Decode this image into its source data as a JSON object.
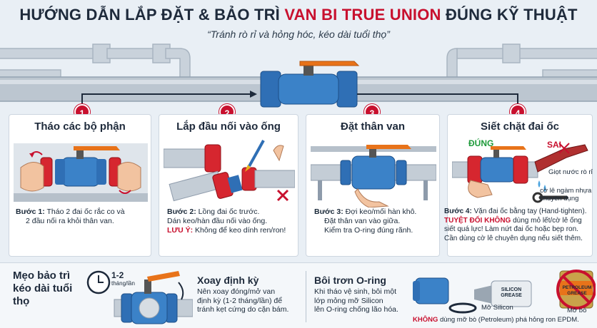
{
  "header": {
    "title_main": "HƯỚNG DẪN LẮP ĐẶT & BẢO TRÌ ",
    "title_highlight": "VAN BI TRUE UNION",
    "title_end": " ĐÚNG KỸ THUẬT",
    "subtitle": "“Tránh rò rỉ và hỏng hóc, kéo dài tuổi thọ”"
  },
  "steps": [
    {
      "number": "1",
      "title": "Tháo các bộ phận",
      "lines": [
        {
          "b": "Bước 1:",
          "t": " Tháo 2 đai ốc rắc co và"
        },
        {
          "t": "2 đầu nối ra khỏi thân van."
        }
      ]
    },
    {
      "number": "2",
      "title": "Lắp đầu nối vào ống",
      "lines": [
        {
          "b": "Bước 2:",
          "t": " Lồng đai ốc trước."
        },
        {
          "t": "Dán keo/hàn đầu nối vào ống."
        },
        {
          "w": "LƯU Ý:",
          "t": " Không để keo dính ren/ron!"
        }
      ]
    },
    {
      "number": "3",
      "title": "Đặt thân van",
      "lines": [
        {
          "b": "Bước 3:",
          "t": " Đợi keo/mối hàn khô."
        },
        {
          "t": "Đặt thân van vào giữa."
        },
        {
          "t": "Kiểm tra O-ring đúng rãnh."
        }
      ]
    },
    {
      "number": "4",
      "title": "Siết chặt đai ốc",
      "lines": [
        {
          "b": "Bước 4:",
          "t": " Vặn đai ốc bằng tay (Hand-tighten)."
        },
        {
          "w": "TUYỆT ĐỐI KHÔNG",
          "t": " dùng mỏ lết/cờ lê ống"
        },
        {
          "t": "siết quá lực! Làm nứt đai ốc hoặc bẹp ron."
        },
        {
          "t": "Cần dùng cờ lê chuyên dụng nếu siết thêm."
        }
      ]
    }
  ],
  "step4_labels": {
    "right": "ĐÚNG",
    "wrong": "SAI",
    "drip": "Giọt nước rò rỉ",
    "wrench": "cờ lê ngàm nhựa chuyên dụng"
  },
  "tips": {
    "heading": "Mẹo bảo trì kéo dài tuổi thọ",
    "clock_big": "1-2",
    "clock_small": "tháng/lần",
    "rotate_title": "Xoay định kỳ",
    "rotate_text": [
      "Nên xoay đóng/mở van",
      "định kỳ (1-2 tháng/lần) để",
      "tránh kẹt cứng do cặn bám."
    ],
    "grease_title": "Bôi trơn O-ring",
    "grease_text": [
      "Khi tháo vệ sinh, bôi một",
      "lớp mỏng mỡ Silicon",
      "lên O-ring chống lão hóa."
    ],
    "tube_label": "SILICON GREASE",
    "silicon_label": "Mỡ Silicon",
    "can_label": "PETROLEUM GREASE",
    "petro_label": "Mỡ bò",
    "warning_bold": "KHÔNG",
    "warning_text": " dùng mỡ bò (Petroleum) phá hỏng ron EPDM."
  },
  "colors": {
    "accent_red": "#c8102e",
    "valve_blue": "#2f6fb5",
    "handle_orange": "#e8731a",
    "pipe_grey": "#b9c3cd",
    "correct_green": "#1f9a3b"
  }
}
